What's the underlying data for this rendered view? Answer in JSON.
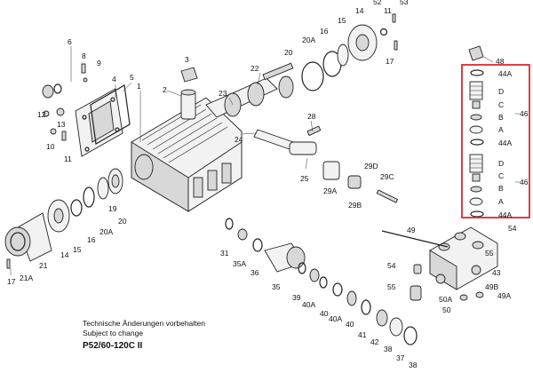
{
  "notes": {
    "line1": "Technische Änderungen vorbehalten",
    "line2": "Subject to change"
  },
  "model": "P52/60-120C II",
  "highlight_color": "#e0262b",
  "labels": {
    "l1": "1",
    "l2": "2",
    "l3": "3",
    "l4": "4",
    "l5": "5",
    "l6": "6",
    "l8": "8",
    "l9": "9",
    "l10": "10",
    "l11a": "11",
    "l11b": "11",
    "l12": "12",
    "l13": "13",
    "l14a": "14",
    "l14b": "14",
    "l15a": "15",
    "l15b": "15",
    "l16a": "16",
    "l16b": "16",
    "l17a": "17",
    "l17b": "17",
    "l19": "19",
    "l20a": "20",
    "l20b": "20",
    "l20Aa": "20A",
    "l20Ab": "20A",
    "l21": "21",
    "l21A": "21A",
    "l22": "22",
    "l23": "23",
    "l24": "24",
    "l25": "25",
    "l28": "28",
    "l29A": "29A",
    "l29B": "29B",
    "l29C": "29C",
    "l29D": "29D",
    "l31": "31",
    "l35": "35",
    "l35A": "35A",
    "l36": "36",
    "l37": "37",
    "l38a": "38",
    "l38b": "38",
    "l39": "39",
    "l40a": "40",
    "l40b": "40",
    "l40Aa": "40A",
    "l40Ab": "40A",
    "l41": "41",
    "l42": "42",
    "l43": "43",
    "l44Aa": "44A",
    "l44Ab": "44A",
    "l44Ac": "44A",
    "l46a": "46",
    "l46b": "46",
    "l48": "48",
    "l49": "49",
    "l49A": "49A",
    "l49B": "49B",
    "l50": "50",
    "l50A": "50A",
    "l52": "52",
    "l53": "53",
    "l54a": "54",
    "l54b": "54",
    "l55a": "55",
    "l55b": "55",
    "lAa": "A",
    "lBa": "B",
    "lCa": "C",
    "lDa": "D",
    "lAb": "A",
    "lBb": "B",
    "lCb": "C",
    "lDb": "D"
  }
}
